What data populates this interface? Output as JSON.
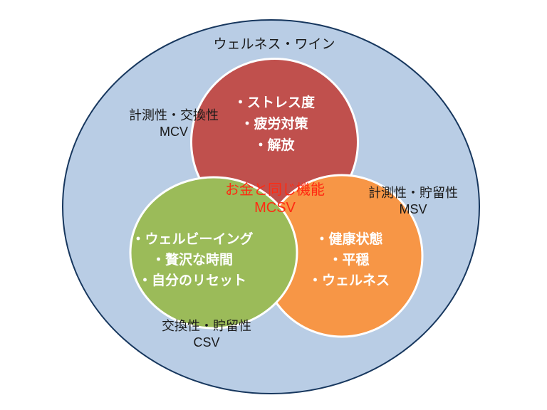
{
  "diagram": {
    "title": "ウェルネス・ワイン",
    "outer_ellipse": {
      "fill": "#b9cde5",
      "border": "#17375e"
    },
    "center_label": {
      "line1": "お金と同じ機能",
      "line2": "MCSV",
      "color": "#ff2a12"
    },
    "circles": {
      "red": {
        "color": "#c0504d",
        "outline": "#ffffff",
        "items": [
          "・ストレス度",
          "・疲労対策",
          "・解放"
        ]
      },
      "green": {
        "color": "#9bbb59",
        "outline": "#ffffff",
        "items": [
          "・ウェルビーイング",
          "・贅沢な時間",
          "・自分のリセット"
        ]
      },
      "orange": {
        "color": "#f79646",
        "outline": "#ffffff",
        "items": [
          "・健康状態",
          "・平穏",
          "・ウェルネス"
        ]
      }
    },
    "labels": {
      "mcv": {
        "line1": "計測性・交換性",
        "line2": "MCV"
      },
      "msv": {
        "line1": "計測性・貯留性",
        "line2": "MSV"
      },
      "csv": {
        "line1": "交換性・貯留性",
        "line2": "CSV"
      }
    }
  }
}
